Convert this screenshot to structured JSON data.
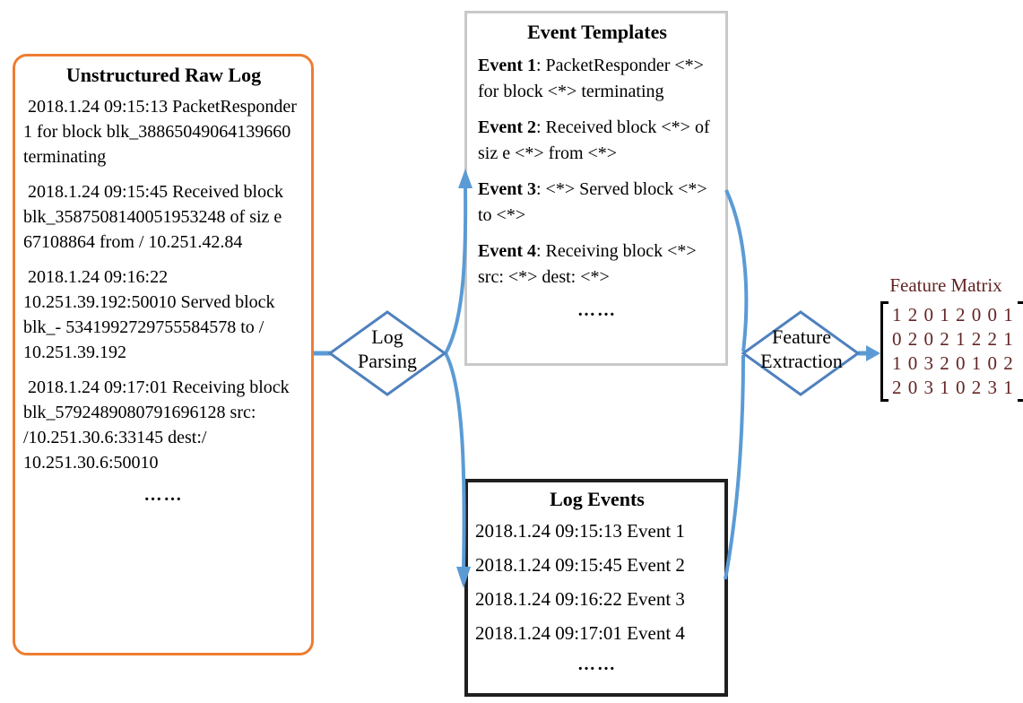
{
  "palette": {
    "raw_log_border": "#ED7D31",
    "templates_border": "#C9C9C9",
    "log_events_border": "#1F1F1F",
    "arrow_blue": "#5B9BD5",
    "diamond_border": "#4F81BD",
    "matrix_text": "#632423"
  },
  "raw_log": {
    "title": "Unstructured Raw Log",
    "entries": [
      "2018.1.24 09:15:13 PacketResponder 1 for block blk_38865049064139660 terminating",
      "2018.1.24 09:15:45 Received block blk_3587508140051953248 of siz e 67108864 from / 10.251.42.84",
      "2018.1.24 09:16:22 10.251.39.192:50010 Served block blk_- 5341992729755584578 to / 10.251.39.192",
      "2018.1.24 09:17:01 Receiving block blk_5792489080791696128 src: /10.251.30.6:33145 dest:/ 10.251.30.6:50010"
    ],
    "ellipsis": "……"
  },
  "log_parsing": {
    "label": "Log Parsing"
  },
  "event_templates": {
    "title": "Event Templates",
    "events": [
      {
        "label": "Event 1",
        "text": ": PacketResponder <*> for block <*> terminating"
      },
      {
        "label": "Event 2",
        "text": ": Received block <*> of siz e <*> from <*>"
      },
      {
        "label": "Event 3",
        "text": ": <*> Served block <*> to <*>"
      },
      {
        "label": "Event 4",
        "text": ": Receiving block <*> src: <*> dest: <*>"
      }
    ],
    "ellipsis": "……"
  },
  "log_events": {
    "title": "Log Events",
    "rows": [
      "2018.1.24 09:15:13 Event 1",
      "2018.1.24 09:15:45 Event 2",
      "2018.1.24 09:16:22 Event 3",
      "2018.1.24 09:17:01 Event 4"
    ],
    "ellipsis": "……"
  },
  "feature_extraction": {
    "label": "Feature Extraction"
  },
  "feature_matrix": {
    "title": "Feature Matrix",
    "rows": [
      "1 2 0 1 2 0 0 1",
      "0 2 0 2 1 2 2 1",
      "1 0 3 2 0 1 0 2",
      "2 0 3 1 0 2 3 1"
    ]
  }
}
